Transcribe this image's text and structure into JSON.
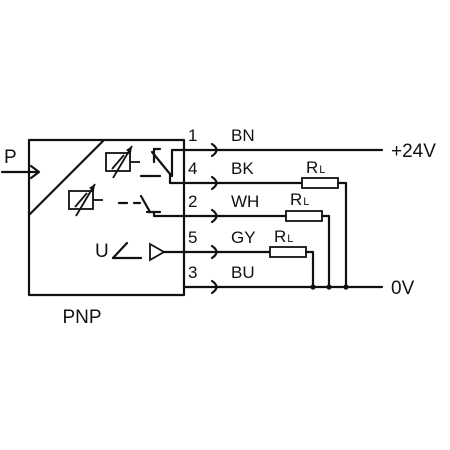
{
  "input_label": "P",
  "box_label": "PNP",
  "analog_label": "U",
  "supply_positive": "+24V",
  "supply_negative": "0V",
  "load_label_main": "R",
  "load_label_sub": "L",
  "pins": [
    {
      "number": "1",
      "color": "BN"
    },
    {
      "number": "4",
      "color": "BK"
    },
    {
      "number": "2",
      "color": "WH"
    },
    {
      "number": "5",
      "color": "GY"
    },
    {
      "number": "3",
      "color": "BU"
    }
  ]
}
